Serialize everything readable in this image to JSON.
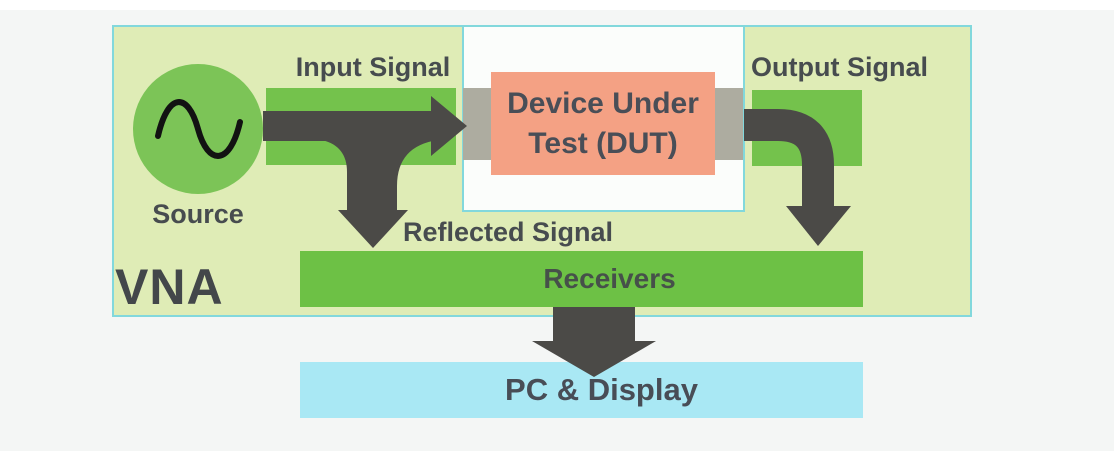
{
  "diagram": {
    "vna_label": "VNA",
    "source": {
      "label": "Source",
      "icon": "sine-wave-icon"
    },
    "input_signal_label": "Input Signal",
    "output_signal_label": "Output Signal",
    "reflected_signal_label": "Reflected Signal",
    "dut": {
      "line1": "Device Under",
      "line2": "Test (DUT)"
    },
    "receivers_label": "Receivers",
    "pc_display_label": "PC & Display",
    "colors": {
      "background": "#F4F6F5",
      "top_strip": "#FFFFFF",
      "vna_panel_fill": "#DFECB6",
      "panel_border": "#82D8DC",
      "cutout_fill": "#FBFDFB",
      "signal_green": "#74C24C",
      "source_green": "#7CC457",
      "receivers_green": "#6DC145",
      "dut_fill": "#F4A184",
      "connector_gray": "#ADACA0",
      "arrow_dark": "#4B4A47",
      "pc_display_fill": "#A9E8F4",
      "text_dark": "#474C4F"
    }
  }
}
